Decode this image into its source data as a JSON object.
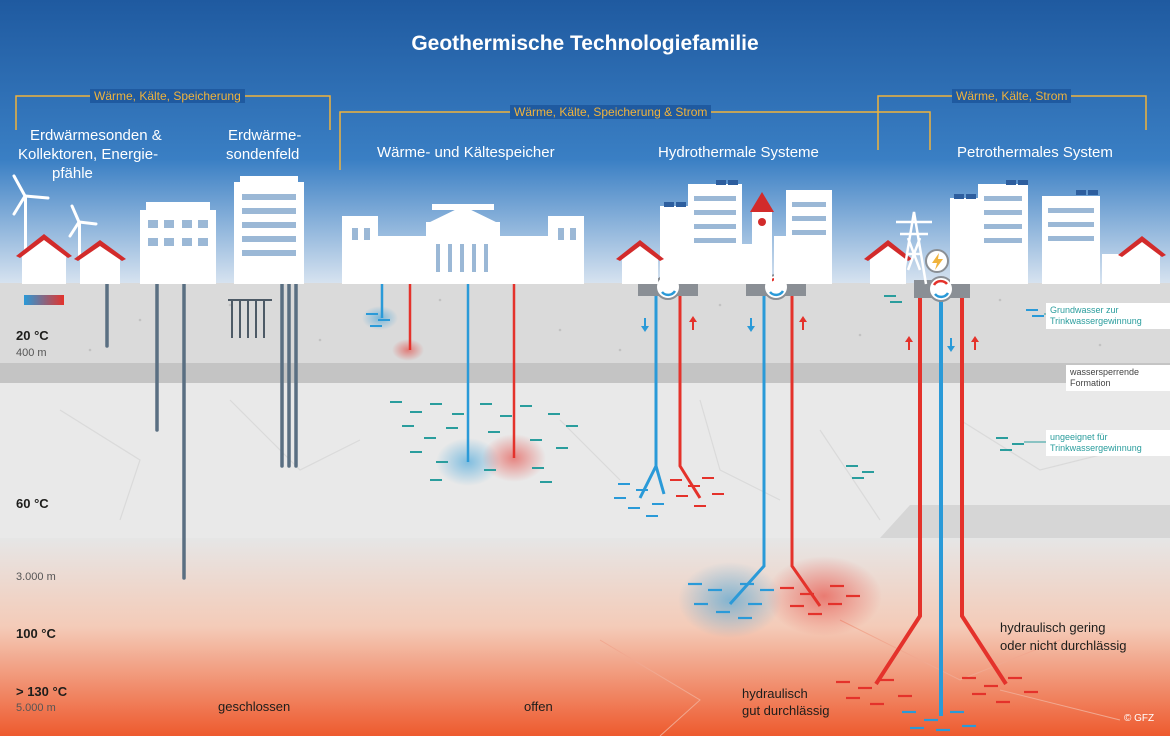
{
  "title": "Geothermische Technologiefamilie",
  "brackets": {
    "left": "Wärme, Kälte, Speicherung",
    "middle": "Wärme, Kälte, Speicherung & Strom",
    "right": "Wärme, Kälte, Strom"
  },
  "systems": {
    "sonden_line1": "Erdwärmesonden &",
    "sonden_line2": "Kollektoren, Energie-",
    "sonden_line3": "pfähle",
    "feld_line1": "Erdwärme-",
    "feld_line2": "sondenfeld",
    "speicher": "Wärme- und Kältespeicher",
    "hydro": "Hydrothermale  Systeme",
    "petro": "Petrothermales  System"
  },
  "depth": {
    "t20": "20 °C",
    "d400": "400 m",
    "t60": "60 °C",
    "d3000": "3.000 m",
    "t100": "100 °C",
    "t130": "> 130 °C",
    "d5000": "5.000 m"
  },
  "callouts": {
    "grund1": "Grundwasser zur",
    "grund2": "Trinkwassergewinnung",
    "sperr1": "wassersperrende",
    "sperr2": "Formation",
    "ungeeignet1": "ungeeignet für",
    "ungeeignet2": "Trinkwassergewinnung"
  },
  "bottom": {
    "geschlossen": "geschlossen",
    "offen": "offen",
    "gut1": "hydraulisch",
    "gut2": "gut durchlässig",
    "gering1": "hydraulisch gering",
    "gering2": "oder nicht durchlässig"
  },
  "copyright": "© GFZ",
  "colors": {
    "sky_top": "#1f5aa0",
    "sky_bottom": "#dfe8f2",
    "bracket": "#f0b33c",
    "hot": "#e4322b",
    "cold": "#2a9ad8",
    "teal": "#2a9d9d",
    "deep": "#ee5a2e"
  }
}
